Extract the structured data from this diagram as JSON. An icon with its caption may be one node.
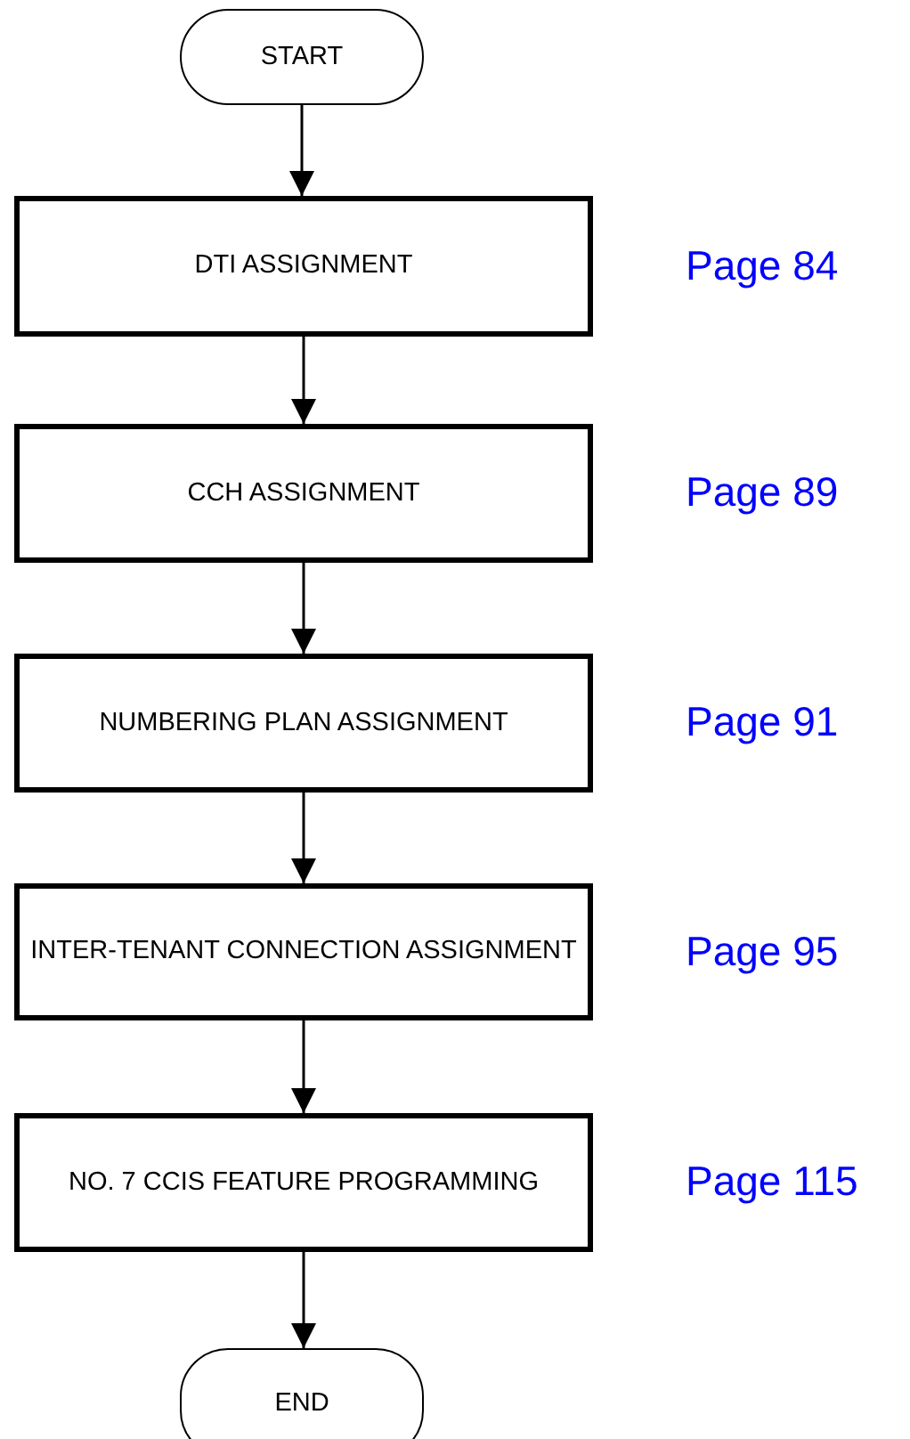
{
  "diagram": {
    "nodes": [
      {
        "text": [
          "START"
        ]
      },
      {
        "text": [
          "DTI ASSIGNMENT"
        ],
        "beside": [
          "Page 84"
        ]
      },
      {
        "text": [
          "CCH ASSIGNMENT"
        ],
        "beside": [
          "Page 89"
        ]
      },
      {
        "text": [
          "NUMBERING PLAN ASSIGNMENT"
        ],
        "beside": [
          "Page 91"
        ]
      },
      {
        "text": [
          "INTER-TENANT CONNECTION ASSIGNMENT"
        ],
        "beside": [
          "Page 95"
        ]
      },
      {
        "text": [
          "NO. 7 CCIS FEATURE PROGRAMMING"
        ],
        "beside": [
          "Page 115"
        ]
      },
      {
        "text": [
          "END"
        ]
      }
    ],
    "edges": [
      {
        "from": 0,
        "to": 1,
        "arrow": "to"
      },
      {
        "from": 1,
        "to": 2,
        "arrow": "to"
      },
      {
        "from": 2,
        "to": 3,
        "arrow": "to"
      },
      {
        "from": 3,
        "to": 4,
        "arrow": "to"
      },
      {
        "from": 4,
        "to": 5,
        "arrow": "to"
      },
      {
        "from": 5,
        "to": 6,
        "arrow": "to"
      }
    ]
  }
}
